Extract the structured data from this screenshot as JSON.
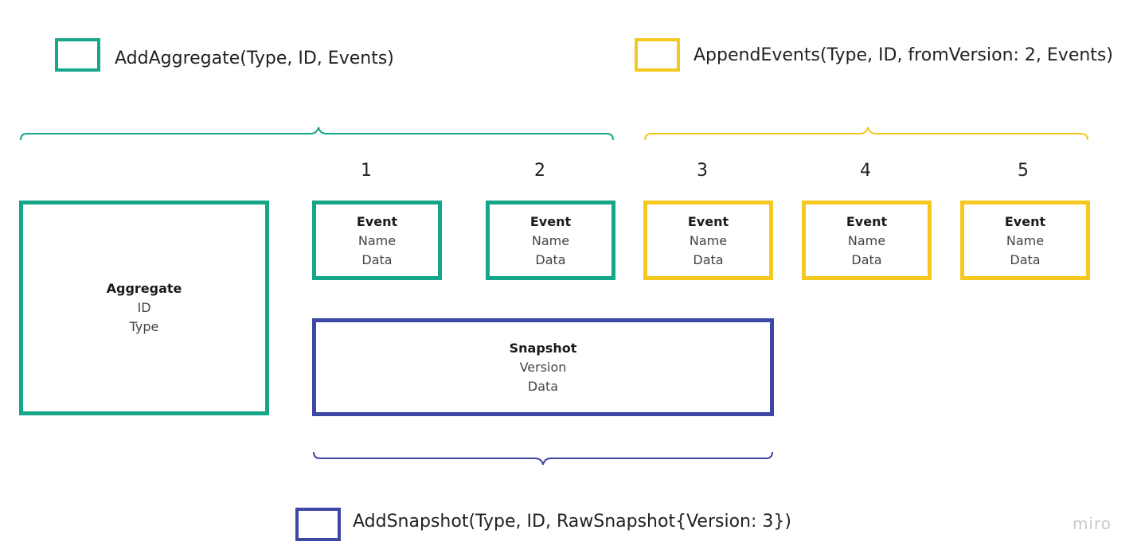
{
  "colors": {
    "teal": "#16a689",
    "yellow": "#f5c81f",
    "navy": "#3d47a6"
  },
  "legend": {
    "add_aggregate": "AddAggregate(Type, ID, Events)",
    "append_events": "AppendEvents(Type, ID, fromVersion: 2, Events)",
    "add_snapshot": "AddSnapshot(Type, ID, RawSnapshot{Version: 3})"
  },
  "versions": [
    "1",
    "2",
    "3",
    "4",
    "5"
  ],
  "aggregate": {
    "title": "Aggregate",
    "fields": [
      "ID",
      "Type"
    ]
  },
  "events": [
    {
      "title": "Event",
      "fields": [
        "Name",
        "Data"
      ],
      "group": "teal"
    },
    {
      "title": "Event",
      "fields": [
        "Name",
        "Data"
      ],
      "group": "teal"
    },
    {
      "title": "Event",
      "fields": [
        "Name",
        "Data"
      ],
      "group": "yellow"
    },
    {
      "title": "Event",
      "fields": [
        "Name",
        "Data"
      ],
      "group": "yellow"
    },
    {
      "title": "Event",
      "fields": [
        "Name",
        "Data"
      ],
      "group": "yellow"
    }
  ],
  "snapshot": {
    "title": "Snapshot",
    "fields": [
      "Version",
      "Data"
    ]
  },
  "watermark": "miro"
}
